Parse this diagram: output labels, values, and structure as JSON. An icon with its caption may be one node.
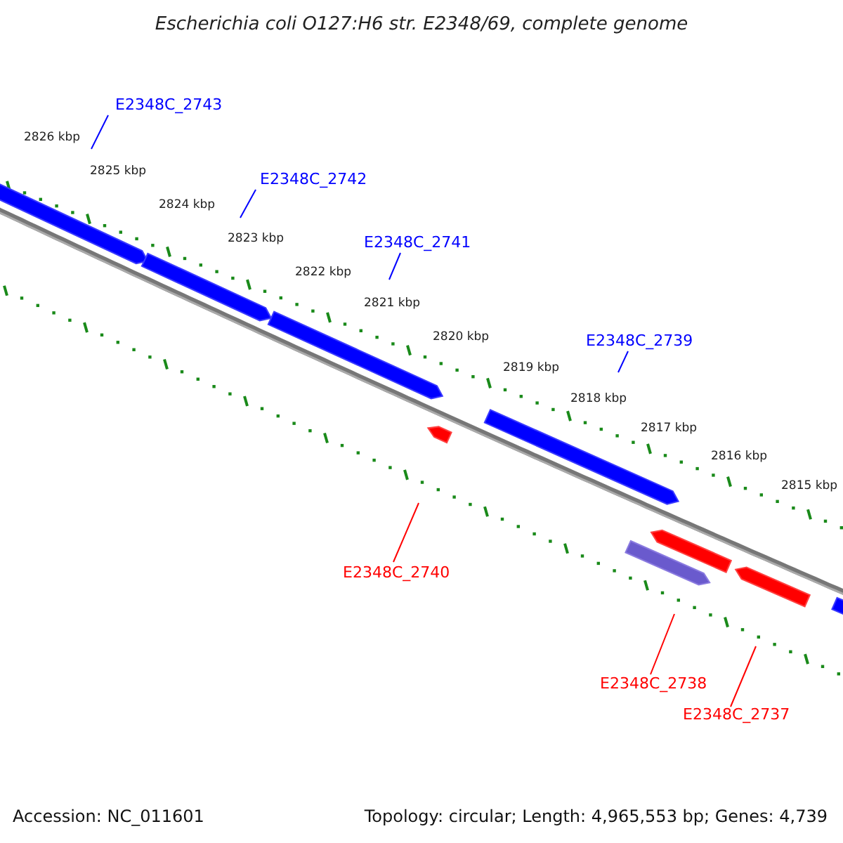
{
  "diagram": {
    "title": "Escherichia coli O127:H6 str. E2348/69, complete genome",
    "nodes": [
      {
        "text": [
          "E2348C_2743"
        ]
      },
      {
        "text": [
          "E2348C_2742"
        ]
      },
      {
        "text": [
          "E2348C_2741"
        ]
      },
      {
        "text": [
          "E2348C_2739"
        ]
      },
      {
        "text": [
          "E2348C_2740"
        ]
      },
      {
        "text": [
          "E2348C_2738"
        ]
      },
      {
        "text": [
          "E2348C_2737"
        ]
      }
    ],
    "edges": [
      {
        "from": 0,
        "to": null,
        "arrow": "none"
      },
      {
        "from": 1,
        "to": null,
        "arrow": "none"
      },
      {
        "from": 2,
        "to": null,
        "arrow": "none"
      },
      {
        "from": 3,
        "to": null,
        "arrow": "none"
      },
      {
        "from": 4,
        "to": null,
        "arrow": "none",
        "color": "#ff0000"
      },
      {
        "from": 5,
        "to": null,
        "arrow": "none",
        "color": "#ff0000"
      },
      {
        "from": 6,
        "to": null,
        "arrow": "none",
        "color": "#ff0000"
      }
    ],
    "labels": [
      "2826 kbp",
      "2825 kbp",
      "2824 kbp",
      "2823 kbp",
      "2822 kbp",
      "2821 kbp",
      "2820 kbp",
      "2819 kbp",
      "2818 kbp",
      "2817 kbp",
      "2816 kbp",
      "2815 kbp",
      "Accession: NC_011601",
      "Topology: circular; Length: 4,965,553 bp; Genes: 4,739"
    ]
  }
}
